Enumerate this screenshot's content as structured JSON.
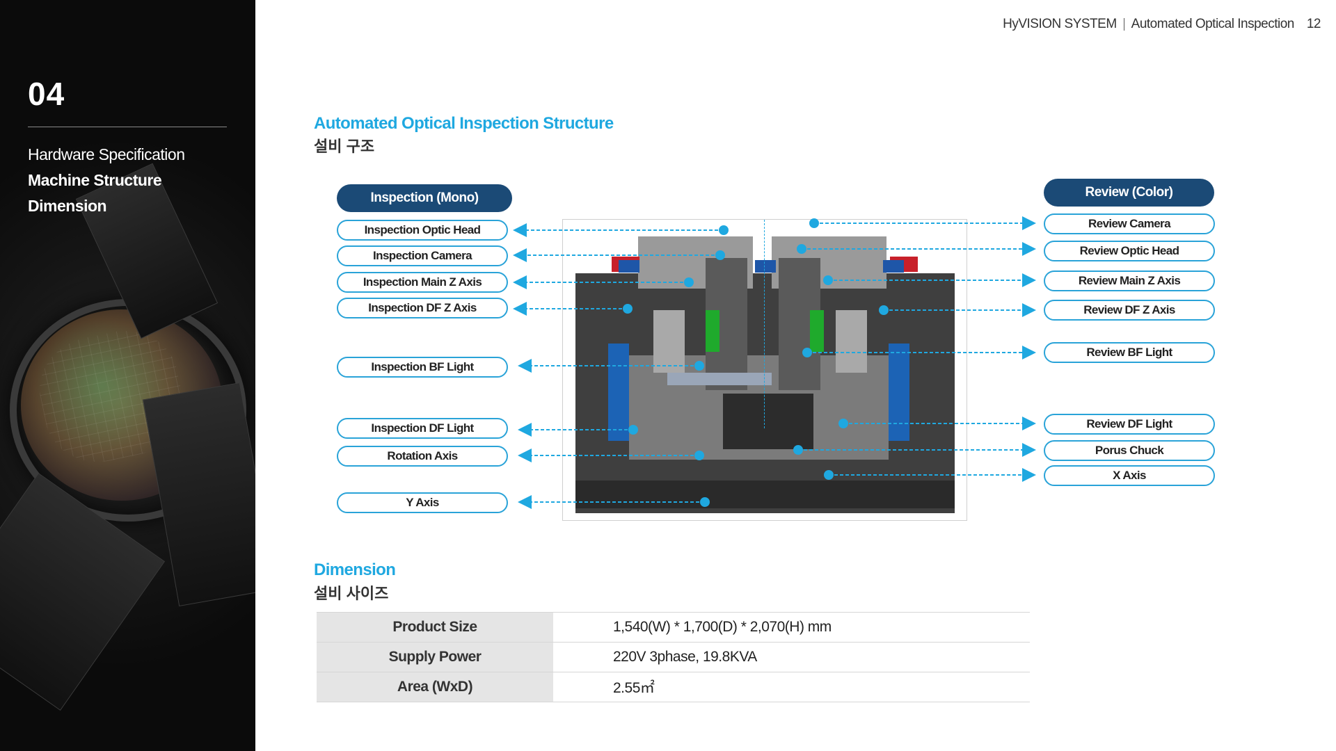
{
  "header": {
    "brand": "HyVISION SYSTEM",
    "section": "Automated Optical Inspection",
    "page_number": "12"
  },
  "sidebar": {
    "chapter_number": "04",
    "menu": [
      {
        "label": "Hardware Specification",
        "active": false
      },
      {
        "label": "Machine Structure",
        "active": true
      },
      {
        "label": "Dimension",
        "active": true
      }
    ]
  },
  "structure": {
    "title": "Automated Optical Inspection Structure",
    "subtitle": "설비 구조",
    "left_group": "Inspection (Mono)",
    "right_group": "Review (Color)",
    "left_labels": [
      "Inspection Optic Head",
      "Inspection Camera",
      "Inspection Main Z Axis",
      "Inspection DF Z Axis",
      "Inspection BF Light",
      "Inspection DF Light",
      "Rotation Axis",
      "Y Axis"
    ],
    "right_labels": [
      "Review Camera",
      "Review Optic Head",
      "Review Main Z Axis",
      "Review DF Z Axis",
      "Review BF Light",
      "Review DF Light",
      "Porus Chuck",
      "X Axis"
    ],
    "callout_color": "#1fa8e0"
  },
  "dimension": {
    "title": "Dimension",
    "subtitle": "설비 사이즈",
    "rows": [
      {
        "key": "Product Size",
        "value": "1,540(W) * 1,700(D) * 2,070(H) mm"
      },
      {
        "key": "Supply Power",
        "value": "220V 3phase, 19.8KVA"
      },
      {
        "key": "Area (WxD)",
        "value": "2.55㎡"
      }
    ]
  },
  "colors": {
    "accent": "#1fa8e0",
    "navy": "#1b4a76",
    "sidebar_bg": "#111111"
  }
}
